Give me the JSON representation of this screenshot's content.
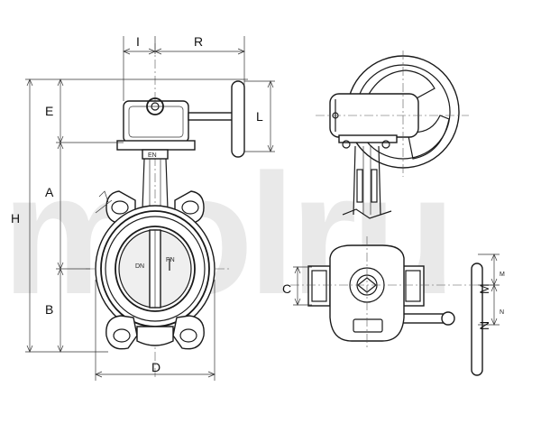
{
  "watermark": "molru",
  "dimensions": {
    "I": "I",
    "R": "R",
    "E": "E",
    "L": "L",
    "H": "H",
    "A": "A",
    "B": "B",
    "D": "D",
    "C": "C",
    "M": "M",
    "N": "N"
  },
  "marks": {
    "dn": "DN",
    "gear_label": "EN",
    "pn": "PN",
    "n_small": "N",
    "m_small": "M"
  }
}
